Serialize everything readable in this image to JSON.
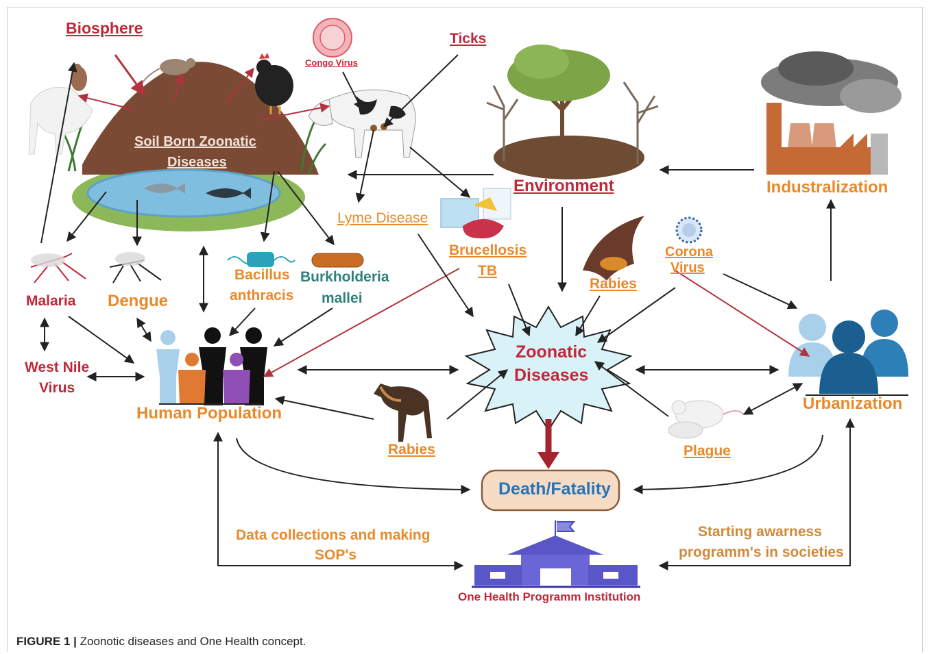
{
  "labels": {
    "biosphere": "Biosphere",
    "congo_virus": "Congo Virus",
    "ticks": "Ticks",
    "soil_born_1": "Soil Born Zoonatic",
    "soil_born_2": "Diseases",
    "environment": "Environment",
    "industrialization": "Industralization",
    "lyme_disease": "Lyme Disease",
    "brucellosis": "Brucellosis",
    "tb": "TB",
    "rabies_bat": "Rabies",
    "corona_1": "Corona",
    "corona_2": "Virus",
    "bacillus_1": "Bacillus",
    "bacillus_2": "anthracis",
    "burkholderia_1": "Burkholderia",
    "burkholderia_2": "mallei",
    "malaria": "Malaria",
    "dengue": "Dengue",
    "west_nile_1": "West Nile",
    "west_nile_2": "Virus",
    "zoonatic_1": "Zoonatic",
    "zoonatic_2": "Diseases",
    "urbanization": "Urbanization",
    "human_population": "Human Population",
    "rabies_dog": "Rabies",
    "plague": "Plague",
    "death": "Death/Fatality",
    "data_collection_1": "Data collections and making",
    "data_collection_2": "SOP's",
    "awareness_1": "Starting awarness",
    "awareness_2": "programm's in societies",
    "institution": "One Health Programm Institution"
  },
  "caption": {
    "label": "FIGURE 1 |",
    "text": " Zoonotic diseases and One Health concept."
  },
  "colors": {
    "red": "#c0283a",
    "orange": "#e9892a",
    "teal": "#2f7f7a",
    "blue": "#2573b8",
    "arrow": "#222222",
    "dark_red_arrow": "#a3232f"
  }
}
